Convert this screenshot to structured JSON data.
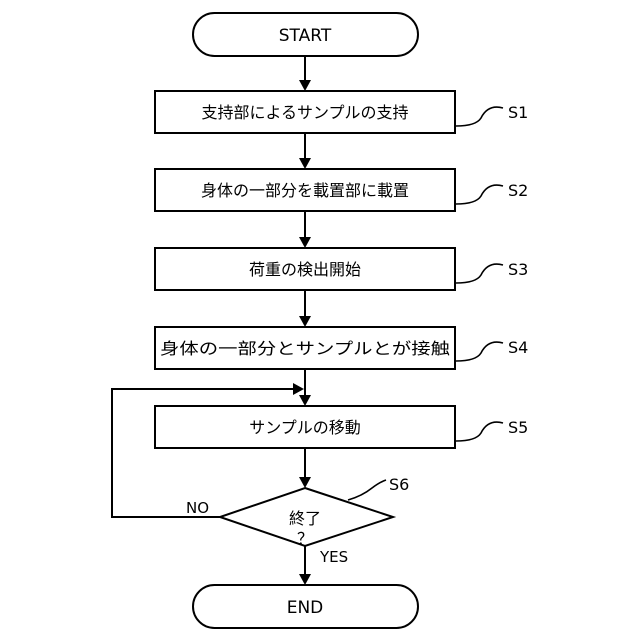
{
  "flowchart": {
    "start": "START",
    "end": "END",
    "steps": [
      {
        "label": "支持部によるサンプルの支持",
        "tag": "S1"
      },
      {
        "label": "身体の一部分を載置部に載置",
        "tag": "S2"
      },
      {
        "label": "荷重の検出開始",
        "tag": "S3"
      },
      {
        "label": "身体の一部分とサンプルとが接触",
        "tag": "S4"
      },
      {
        "label": "サンプルの移動",
        "tag": "S5"
      }
    ],
    "decision": {
      "line1": "終了",
      "line2": "？",
      "tag": "S6",
      "no_label": "NO",
      "yes_label": "YES"
    }
  }
}
